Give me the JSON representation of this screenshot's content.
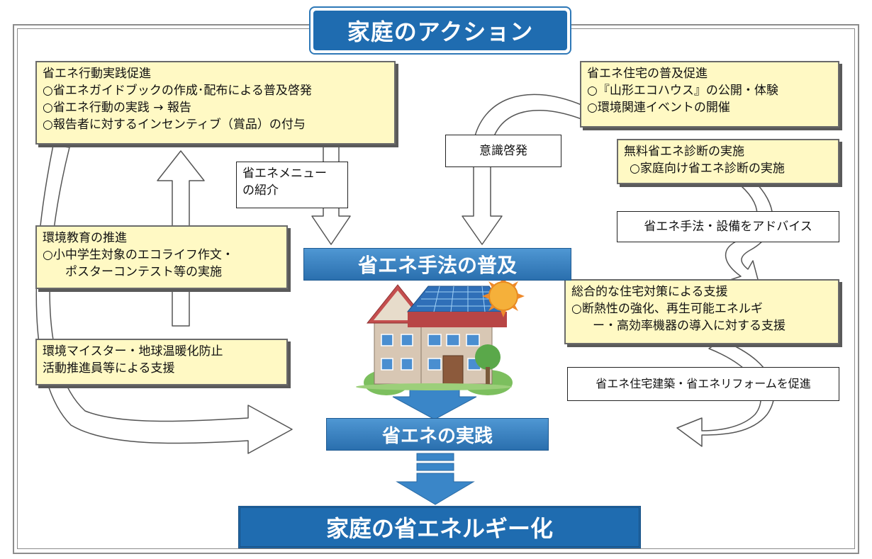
{
  "title": "家庭のアクション",
  "left_top": {
    "heading": "省エネ行動実践促進",
    "items": [
      "○省エネガイドブックの作成･配布による普及啓発",
      "○省エネ行動の実践 → 報告",
      "○報告者に対するインセンティブ（賞品）の付与"
    ]
  },
  "left_mid": {
    "heading": "環境教育の推進",
    "items": [
      "○小中学生対象のエコライフ作文・",
      "ポスターコンテスト等の実施"
    ]
  },
  "left_bottom": {
    "lines": [
      "環境マイスター・地球温暖化防止",
      "活動推進員等による支援"
    ]
  },
  "right_top": {
    "heading": "省エネ住宅の普及促進",
    "items": [
      "○『山形エコハウス』の公開・体験",
      "○環境関連イベントの開催"
    ]
  },
  "right_diag": {
    "heading": "無料省エネ診断の実施",
    "items": [
      "○家庭向け省エネ診断の実施"
    ]
  },
  "right_support": {
    "heading": "総合的な住宅対策による支援",
    "items": [
      "○断熱性の強化、再生可能エネルギ",
      "ー・高効率機器の導入に対する支援"
    ]
  },
  "labels": {
    "menu": [
      "省エネメニュー",
      "の紹介"
    ],
    "awareness": "意識啓発",
    "advice": "省エネ手法・設備をアドバイス",
    "promote": "省エネ住宅建築・省エネリフォームを促進"
  },
  "banners": {
    "spread": "省エネ手法の普及",
    "practice": "省エネの実践",
    "goal": "家庭の省エネルギー化"
  },
  "colors": {
    "banner_blue": "#2e7bbf",
    "title_blue": "#1f6cb0",
    "box_yellow": "#fff9c4"
  },
  "illustration": "house-with-solar-panels-and-sun"
}
